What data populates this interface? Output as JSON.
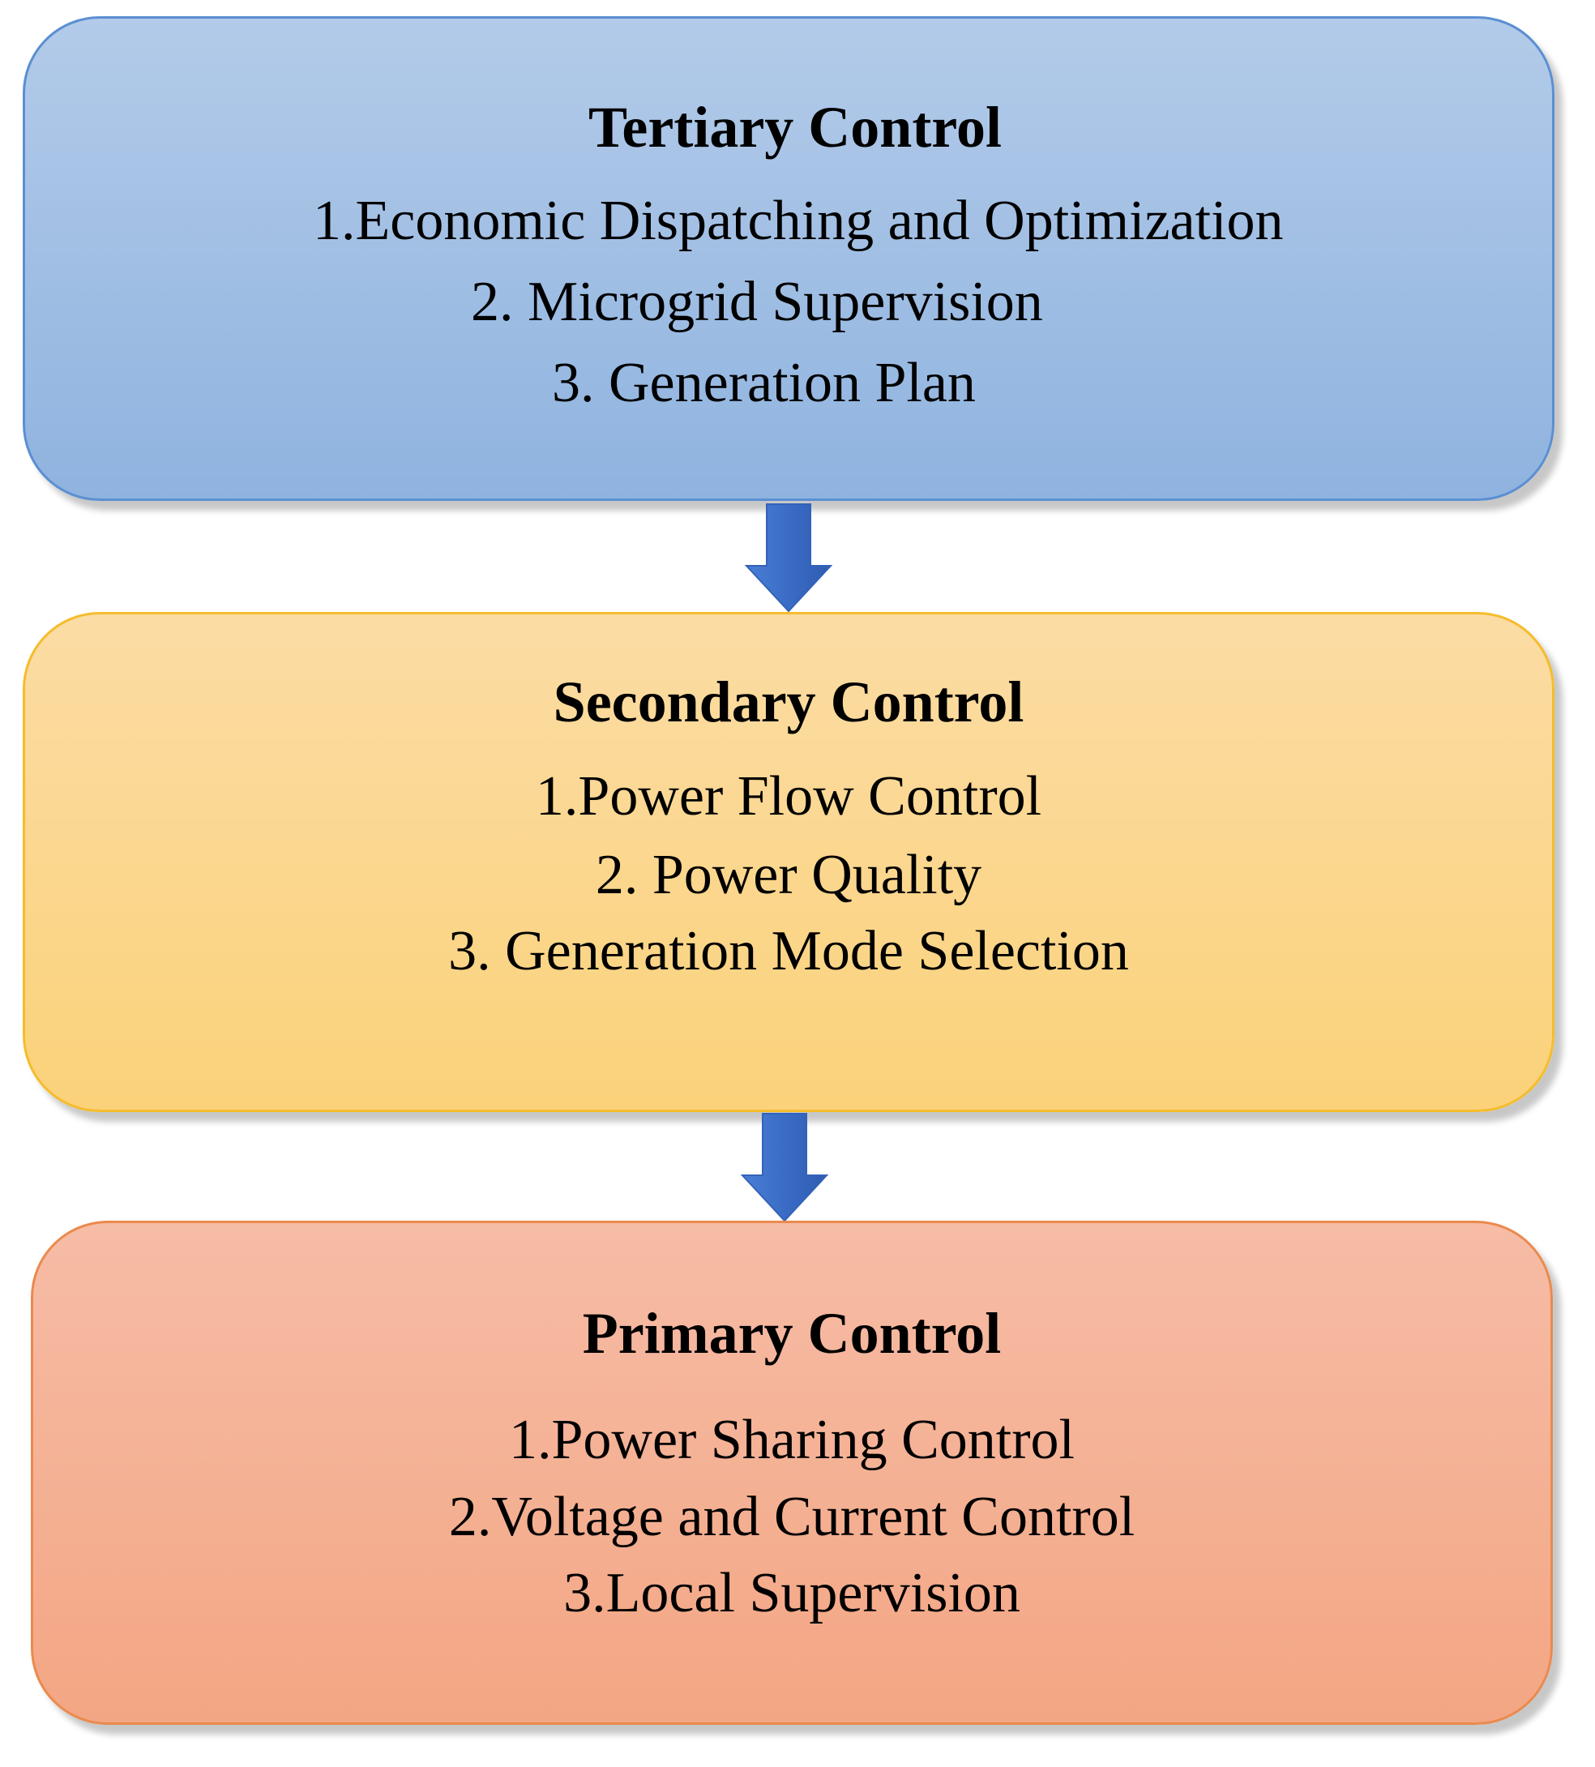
{
  "diagram": {
    "tertiary": {
      "title": "Tertiary Control",
      "items": [
        "1.Economic Dispatching and Optimization",
        "2. Microgrid Supervision",
        "3. Generation Plan"
      ]
    },
    "secondary": {
      "title": "Secondary Control",
      "items": [
        "1.Power Flow Control",
        "2. Power Quality",
        "3. Generation Mode Selection"
      ]
    },
    "primary": {
      "title": "Primary Control",
      "items": [
        "1.Power Sharing Control",
        "2.Voltage and Current Control",
        "3.Local Supervision"
      ]
    },
    "colors": {
      "tertiary_fill": "#9dbce4",
      "secondary_fill": "#fbd68a",
      "primary_fill": "#f4ae91",
      "arrow": "#3f6fc8"
    }
  }
}
